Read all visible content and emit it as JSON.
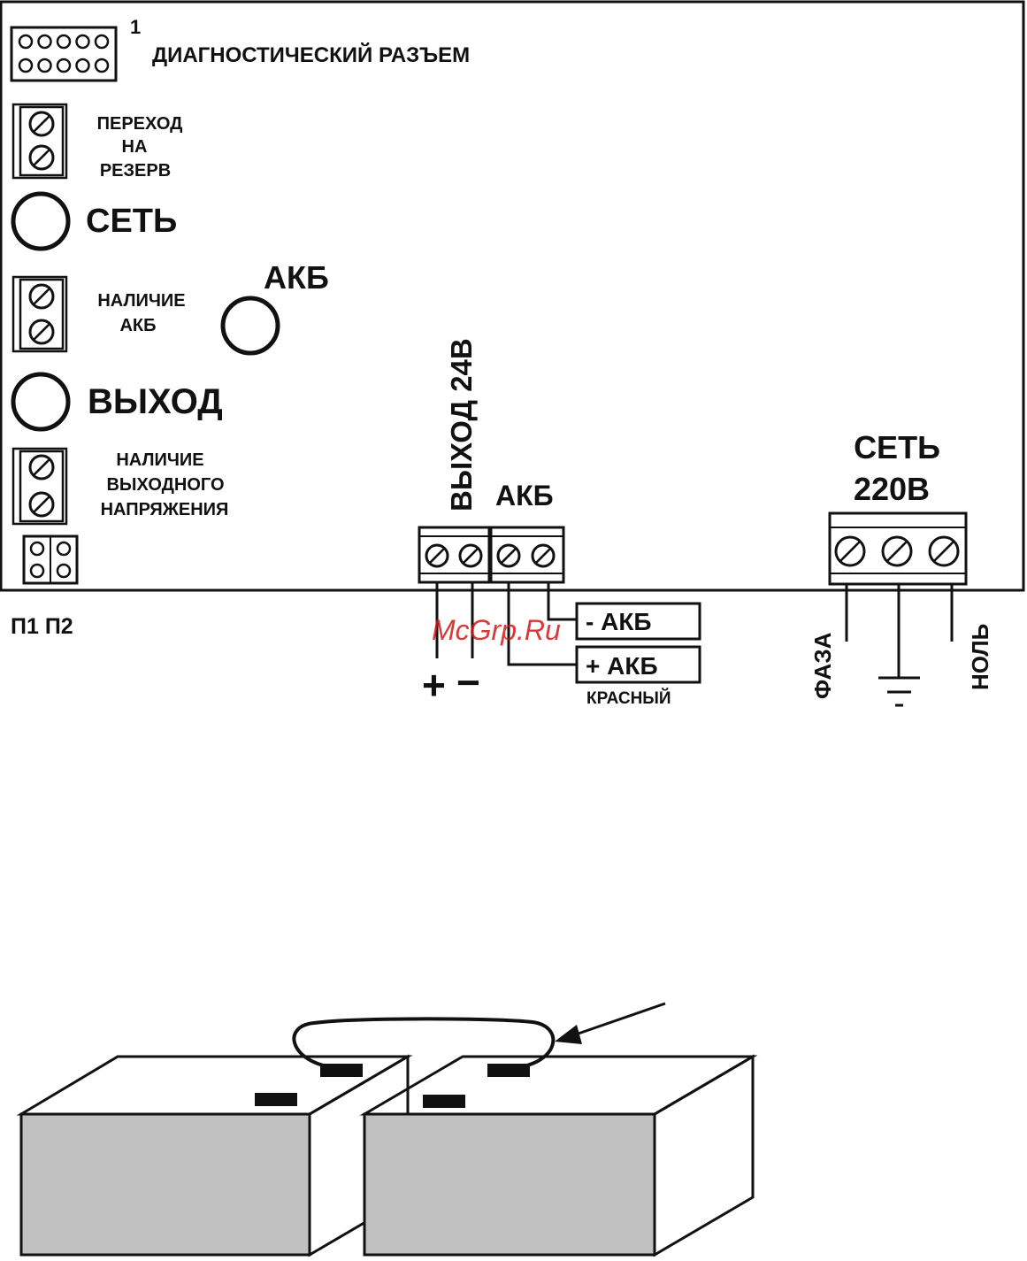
{
  "colors": {
    "ink": "#111111",
    "paper": "#ffffff",
    "battery_front": "#c0c0c0",
    "watermark": "#d01818"
  },
  "board": {
    "diag_pin_number": "1",
    "diag_connector_label": "ДИАГНОСТИЧЕСКИЙ РАЗЪЕМ",
    "reserve_label": [
      "ПЕРЕХОД",
      "НА",
      "РЕЗЕРВ"
    ],
    "net_led_label": "СЕТЬ",
    "battery_presence_label": [
      "НАЛИЧИЕ",
      "АКБ"
    ],
    "battery_led_label": "АКБ",
    "output_led_label": "ВЫХОД",
    "output_voltage_presence_label": [
      "НАЛИЧИЕ",
      "ВЫХОДНОГО",
      "НАПРЯЖЕНИЯ"
    ],
    "jumpers_label": "П1 П2"
  },
  "terminals": {
    "output_label": "ВЫХОД 24В",
    "battery_label": "АКБ",
    "mains_label": [
      "СЕТЬ",
      "220В"
    ],
    "plus_sign": "+",
    "minus_sign": "−",
    "battery_minus": "- АКБ",
    "battery_plus": "+ АКБ",
    "red_wire_label": "КРАСНЫЙ",
    "phase_label": "ФАЗА",
    "neutral_label": "НОЛЬ"
  },
  "watermark": "McGrp.Ru",
  "icons": {
    "diag_connector": "pin-header-icon",
    "screw": "screw-terminal-icon",
    "led": "led-ring-icon",
    "ground": "ground-symbol-icon",
    "arrow": "arrow-icon",
    "battery": "battery-box-icon"
  }
}
